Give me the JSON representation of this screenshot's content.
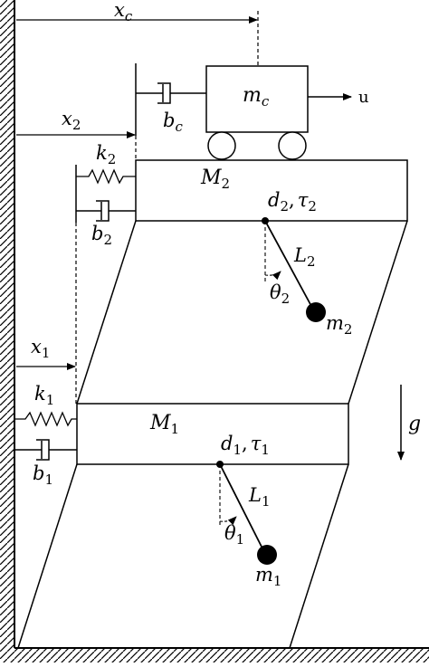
{
  "labels": {
    "xc": "x",
    "xc_sub": "c",
    "mc": "m",
    "mc_sub": "c",
    "u": "u",
    "bc": "b",
    "bc_sub": "c",
    "x2": "x",
    "x2_sub": "2",
    "k2": "k",
    "k2_sub": "2",
    "b2": "b",
    "b2_sub": "2",
    "M2": "M",
    "M2_sub": "2",
    "d2": "d",
    "d2_sub": "2",
    "tau2": "τ",
    "tau2_sub": "2",
    "comma2": ",",
    "L2": "L",
    "L2_sub": "2",
    "theta2": "θ",
    "theta2_sub": "2",
    "m2": "m",
    "m2_sub": "2",
    "x1": "x",
    "x1_sub": "1",
    "k1": "k",
    "k1_sub": "1",
    "b1": "b",
    "b1_sub": "1",
    "M1": "M",
    "M1_sub": "1",
    "d1": "d",
    "d1_sub": "1",
    "tau1": "τ",
    "tau1_sub": "1",
    "comma1": ",",
    "L1": "L",
    "L1_sub": "1",
    "theta1": "θ",
    "theta1_sub": "1",
    "m1": "m",
    "m1_sub": "1",
    "g": "g"
  },
  "colors": {
    "line": "#000000",
    "background": "#ffffff"
  }
}
